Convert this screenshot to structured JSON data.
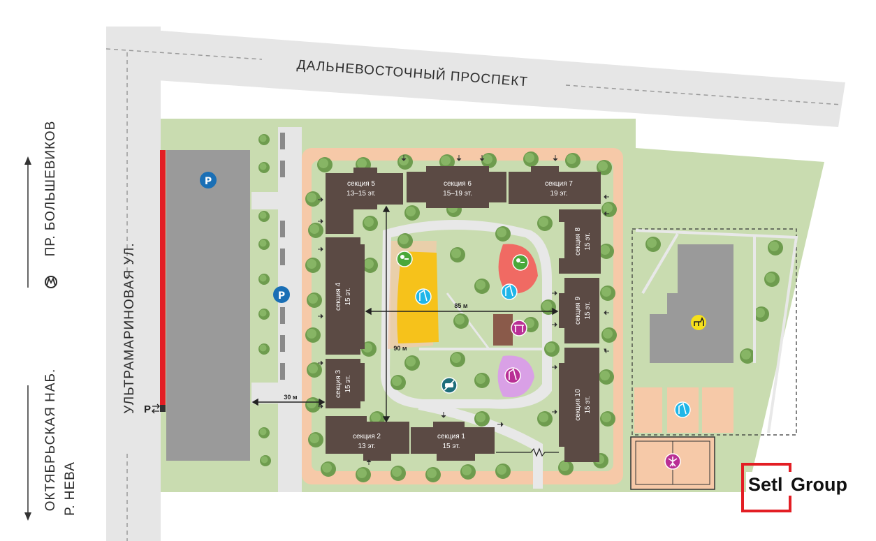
{
  "roads": {
    "top": "ДАЛЬНЕВОСТОЧНЫЙ ПРОСПЕКТ",
    "left_street": "УЛЬТРАМАРИНОВАЯ УЛ.",
    "north_direction": "ПР. БОЛЬШЕВИКОВ",
    "south_direction_1": "ОКТЯБРЬСКАЯ НАБ.",
    "south_direction_2": "Р. НЕВА",
    "parking_entry": "P"
  },
  "sections": [
    {
      "name": "секция 5",
      "floors": "13–15 эт."
    },
    {
      "name": "секция 6",
      "floors": "15–19 эт."
    },
    {
      "name": "секция 7",
      "floors": "19 эт."
    },
    {
      "name": "секция 8",
      "floors": "15 эт."
    },
    {
      "name": "секция 4",
      "floors": "15 эт."
    },
    {
      "name": "секция 9",
      "floors": "15 эт."
    },
    {
      "name": "секция 3",
      "floors": "15 эт."
    },
    {
      "name": "секция 2",
      "floors": "13 эт."
    },
    {
      "name": "секция 1",
      "floors": "15 эт."
    },
    {
      "name": "секция 10",
      "floors": "15 эт."
    }
  ],
  "dimensions": {
    "width": "85 м",
    "height": "90 м",
    "gap": "30 м"
  },
  "icons": {
    "parking_glyph": "P",
    "parking_garage": "parking-garage-icon",
    "parking_lot": "parking-icon",
    "picnic": "picnic-icon",
    "playground": "playground-icon",
    "workout": "workout-icon",
    "no_cars": "no-cars-icon",
    "dog_walking": "dog-icon",
    "sports": "sports-icon"
  },
  "logo": {
    "part1": "Setl",
    "part2": "Group"
  },
  "colors": {
    "grass": "#c9dcb0",
    "paving": "#f6c9a8",
    "building": "#5b4a44",
    "garage": "#9a9a9a",
    "road": "#e6e6e6",
    "red_line": "#e31e24",
    "parking_blue": "#1a6fb5",
    "playground_blue": "#1fb6e8",
    "picnic_green": "#4aa83a",
    "purple": "#b92f95",
    "yellow": "#f6c21b",
    "coral": "#f06a63",
    "lilac": "#d9a0e6"
  }
}
